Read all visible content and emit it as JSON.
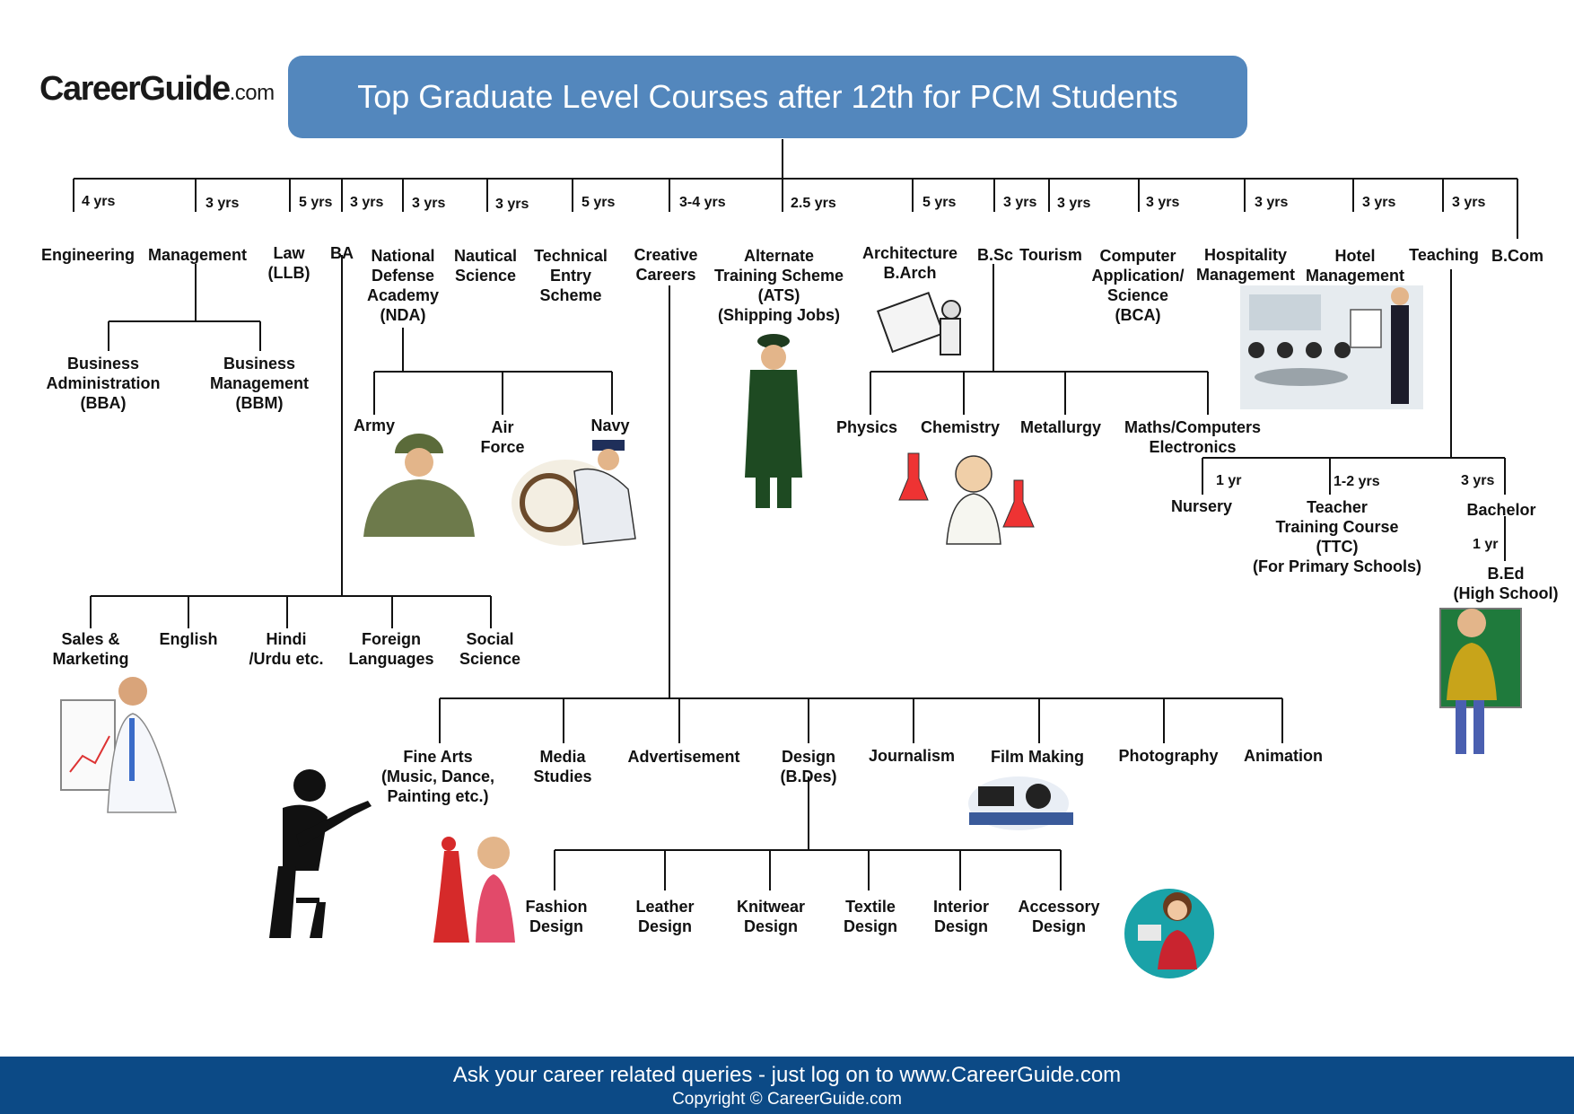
{
  "logo": {
    "main": "CareerGuide",
    "suffix": ".com"
  },
  "title": "Top Graduate Level Courses after 12th for PCM Students",
  "footer": {
    "line1": "Ask your career related queries - just log on to www.CareerGuide.com",
    "line2": "Copyright © CareerGuide.com"
  },
  "nodes": [
    {
      "id": "engineering",
      "lines": [
        "Engineering"
      ]
    },
    {
      "id": "management",
      "lines": [
        "Management"
      ]
    },
    {
      "id": "law",
      "lines": [
        "Law",
        "(LLB)"
      ]
    },
    {
      "id": "ba",
      "lines": [
        "BA"
      ]
    },
    {
      "id": "nda",
      "lines": [
        "National",
        "Defense",
        "Academy",
        "(NDA)"
      ]
    },
    {
      "id": "nautical",
      "lines": [
        "Nautical",
        "Science"
      ]
    },
    {
      "id": "tes",
      "lines": [
        "Technical",
        "Entry",
        "Scheme"
      ]
    },
    {
      "id": "creative",
      "lines": [
        "Creative",
        "Careers"
      ]
    },
    {
      "id": "ats",
      "lines": [
        "Alternate",
        "Training Scheme",
        "(ATS)",
        "(Shipping Jobs)"
      ]
    },
    {
      "id": "barch",
      "lines": [
        "Architecture",
        "B.Arch"
      ]
    },
    {
      "id": "bsc",
      "lines": [
        "B.Sc"
      ]
    },
    {
      "id": "tourism",
      "lines": [
        "Tourism"
      ]
    },
    {
      "id": "bca",
      "lines": [
        "Computer",
        "Application/",
        "Science",
        "(BCA)"
      ]
    },
    {
      "id": "hospitality",
      "lines": [
        "Hospitality",
        "Management"
      ]
    },
    {
      "id": "hotel",
      "lines": [
        "Hotel",
        "Management"
      ]
    },
    {
      "id": "teaching",
      "lines": [
        "Teaching"
      ]
    },
    {
      "id": "bcom",
      "lines": [
        "B.Com"
      ]
    },
    {
      "id": "bba",
      "lines": [
        "Business",
        "Administration",
        "(BBA)"
      ]
    },
    {
      "id": "bbm",
      "lines": [
        "Business",
        "Management",
        "(BBM)"
      ]
    },
    {
      "id": "army",
      "lines": [
        "Army"
      ]
    },
    {
      "id": "airforce",
      "lines": [
        "Air",
        "Force"
      ]
    },
    {
      "id": "navy",
      "lines": [
        "Navy"
      ]
    },
    {
      "id": "physics",
      "lines": [
        "Physics"
      ]
    },
    {
      "id": "chemistry",
      "lines": [
        "Chemistry"
      ]
    },
    {
      "id": "metallurgy",
      "lines": [
        "Metallurgy"
      ]
    },
    {
      "id": "maths",
      "lines": [
        "Maths/Computers",
        "Electronics"
      ]
    },
    {
      "id": "nursery",
      "lines": [
        "Nursery"
      ]
    },
    {
      "id": "ttc",
      "lines": [
        "Teacher",
        "Training Course",
        "(TTC)",
        "(For Primary Schools)"
      ]
    },
    {
      "id": "bachelor",
      "lines": [
        "Bachelor"
      ]
    },
    {
      "id": "bed",
      "lines": [
        "B.Ed",
        "(High School)"
      ]
    },
    {
      "id": "sales",
      "lines": [
        "Sales &",
        "Marketing"
      ]
    },
    {
      "id": "english",
      "lines": [
        "English"
      ]
    },
    {
      "id": "hindi",
      "lines": [
        "Hindi",
        "/Urdu etc."
      ]
    },
    {
      "id": "foreign",
      "lines": [
        "Foreign",
        "Languages"
      ]
    },
    {
      "id": "social",
      "lines": [
        "Social",
        "Science"
      ]
    },
    {
      "id": "finearts",
      "lines": [
        "Fine Arts",
        "(Music, Dance,",
        "Painting  etc.)"
      ]
    },
    {
      "id": "media",
      "lines": [
        "Media",
        "Studies"
      ]
    },
    {
      "id": "advert",
      "lines": [
        "Advertisement"
      ]
    },
    {
      "id": "design",
      "lines": [
        "Design",
        "(B.Des)"
      ]
    },
    {
      "id": "journalism",
      "lines": [
        "Journalism"
      ]
    },
    {
      "id": "film",
      "lines": [
        "Film Making"
      ]
    },
    {
      "id": "photography",
      "lines": [
        "Photography"
      ]
    },
    {
      "id": "animation",
      "lines": [
        "Animation"
      ]
    },
    {
      "id": "fashion",
      "lines": [
        "Fashion",
        "Design"
      ]
    },
    {
      "id": "leather",
      "lines": [
        "Leather",
        "Design"
      ]
    },
    {
      "id": "knitwear",
      "lines": [
        "Knitwear",
        "Design"
      ]
    },
    {
      "id": "textile",
      "lines": [
        "Textile",
        "Design"
      ]
    },
    {
      "id": "interior",
      "lines": [
        "Interior",
        "Design"
      ]
    },
    {
      "id": "accessory",
      "lines": [
        "Accessory",
        "Design"
      ]
    }
  ],
  "durations": [
    {
      "id": "d-engineering",
      "text": "4 yrs"
    },
    {
      "id": "d-management",
      "text": "3 yrs"
    },
    {
      "id": "d-law",
      "text": "5 yrs"
    },
    {
      "id": "d-ba",
      "text": "3 yrs"
    },
    {
      "id": "d-nda",
      "text": "3 yrs"
    },
    {
      "id": "d-nautical",
      "text": "3 yrs"
    },
    {
      "id": "d-tes",
      "text": "5 yrs"
    },
    {
      "id": "d-creative",
      "text": "3-4 yrs"
    },
    {
      "id": "d-ats",
      "text": "2.5 yrs"
    },
    {
      "id": "d-barch",
      "text": "5 yrs"
    },
    {
      "id": "d-bsc",
      "text": "3 yrs"
    },
    {
      "id": "d-tourism",
      "text": "3 yrs"
    },
    {
      "id": "d-bca",
      "text": "3 yrs"
    },
    {
      "id": "d-hospitality",
      "text": "3 yrs"
    },
    {
      "id": "d-hotel",
      "text": "3 yrs"
    },
    {
      "id": "d-teaching",
      "text": "3 yrs"
    },
    {
      "id": "d-nursery",
      "text": "1 yr"
    },
    {
      "id": "d-ttc",
      "text": "1-2 yrs"
    },
    {
      "id": "d-bachelor",
      "text": "3 yrs"
    },
    {
      "id": "d-bed",
      "text": "1 yr"
    }
  ],
  "colors": {
    "title_bg": "#5387bd",
    "footer_bg": "#0c4a86",
    "line": "#111111",
    "text": "#111111"
  }
}
